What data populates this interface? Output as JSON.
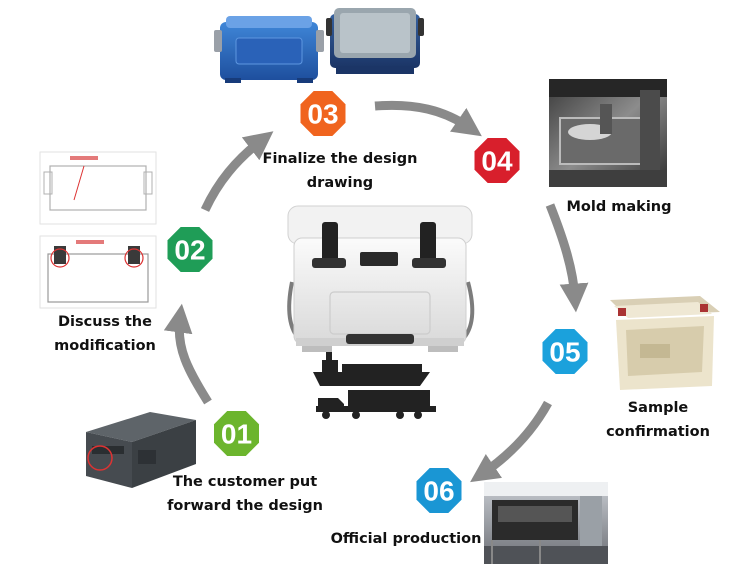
{
  "steps": [
    {
      "number": "01",
      "color": "#6cb52d",
      "label_line1": "The customer put",
      "label_line2": "forward the design"
    },
    {
      "number": "02",
      "color": "#1f9d57",
      "label_line1": "Discuss the",
      "label_line2": "modification"
    },
    {
      "number": "03",
      "color": "#f0641e",
      "label_line1": "Finalize the design",
      "label_line2": "drawing"
    },
    {
      "number": "04",
      "color": "#d81f2c",
      "label_line1": "Mold making",
      "label_line2": ""
    },
    {
      "number": "05",
      "color": "#1ba1dc",
      "label_line1": "Sample",
      "label_line2": "confirmation"
    },
    {
      "number": "06",
      "color": "#1a96d4",
      "label_line1": "Official production",
      "label_line2": ""
    }
  ],
  "colors": {
    "arrow": "#8a8a8a",
    "text": "#111111"
  }
}
